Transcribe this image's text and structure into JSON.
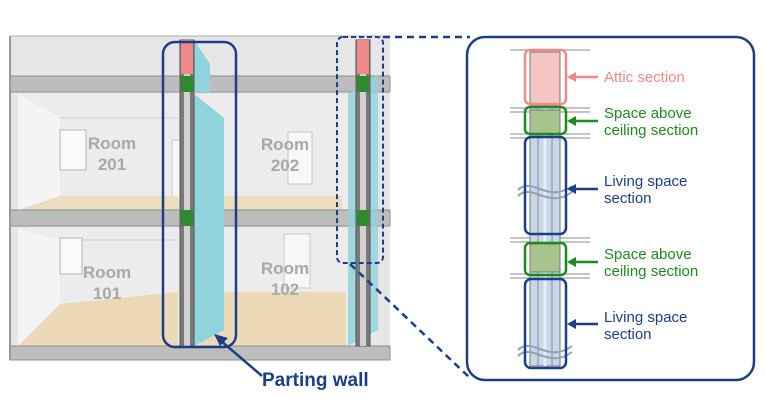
{
  "rooms": [
    {
      "label": "Room",
      "number": "201"
    },
    {
      "label": "Room",
      "number": "202"
    },
    {
      "label": "Room",
      "number": "101"
    },
    {
      "label": "Room",
      "number": "102"
    }
  ],
  "caption": "Parting wall",
  "legend": {
    "attic": {
      "line1": "Attic section"
    },
    "ceiling_upper": {
      "line1": "Space above",
      "line2": "ceiling section"
    },
    "living_upper": {
      "line1": "Living space",
      "line2": "section"
    },
    "ceiling_lower": {
      "line1": "Space above",
      "line2": "ceiling section"
    },
    "living_lower": {
      "line1": "Living space",
      "line2": "section"
    }
  },
  "colors": {
    "navy": "#1a3f87",
    "attic_pink": "#f08a8a",
    "ceiling_green": "#1e8a1e",
    "wall_cyan": "#8fd3dc",
    "floor_tan": "#ecd9b8",
    "wall_grey": "#e3e3e3"
  }
}
